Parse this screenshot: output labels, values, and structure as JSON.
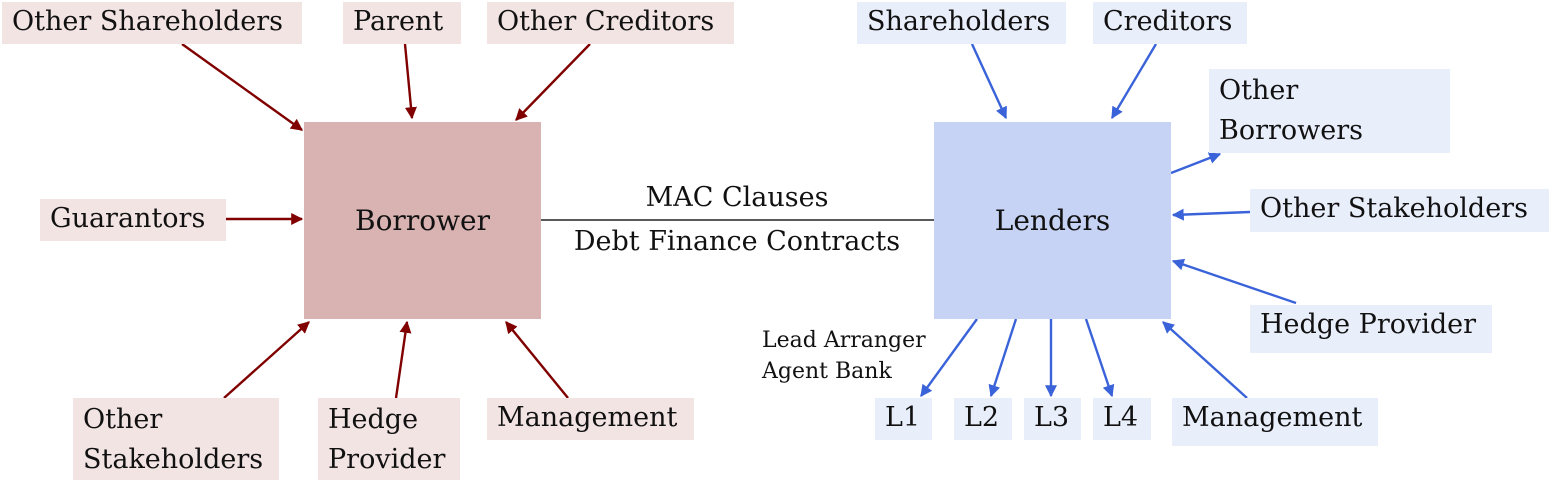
{
  "center": {
    "borrower": "Borrower",
    "lenders": "Lenders",
    "link_top": "MAC Clauses",
    "link_bottom": "Debt Finance Contracts"
  },
  "borrower_side": {
    "other_shareholders": "Other Shareholders",
    "parent": "Parent",
    "other_creditors": "Other Creditors",
    "guarantors": "Guarantors",
    "other_stakeholders_line1": "Other",
    "other_stakeholders_line2": "Stakeholders",
    "hedge_provider_line1": "Hedge",
    "hedge_provider_line2": "Provider",
    "management": "Management"
  },
  "lender_side": {
    "shareholders": "Shareholders",
    "creditors": "Creditors",
    "other_borrowers_line1": "Other",
    "other_borrowers_line2": "Borrowers",
    "other_stakeholders": "Other Stakeholders",
    "hedge_provider": "Hedge Provider",
    "management": "Management",
    "lead_arranger": "Lead Arranger",
    "agent_bank": "Agent Bank",
    "lenders_list": [
      "L1",
      "L2",
      "L3",
      "L4"
    ]
  },
  "colors": {
    "red_arrow": "#800000",
    "blue_arrow": "#3b63d9",
    "borrower_fill": "#d9b2b2",
    "lenders_fill": "#c6d3f5",
    "red_label_bg": "#f3e4e4",
    "blue_label_bg": "#e9eefb"
  }
}
